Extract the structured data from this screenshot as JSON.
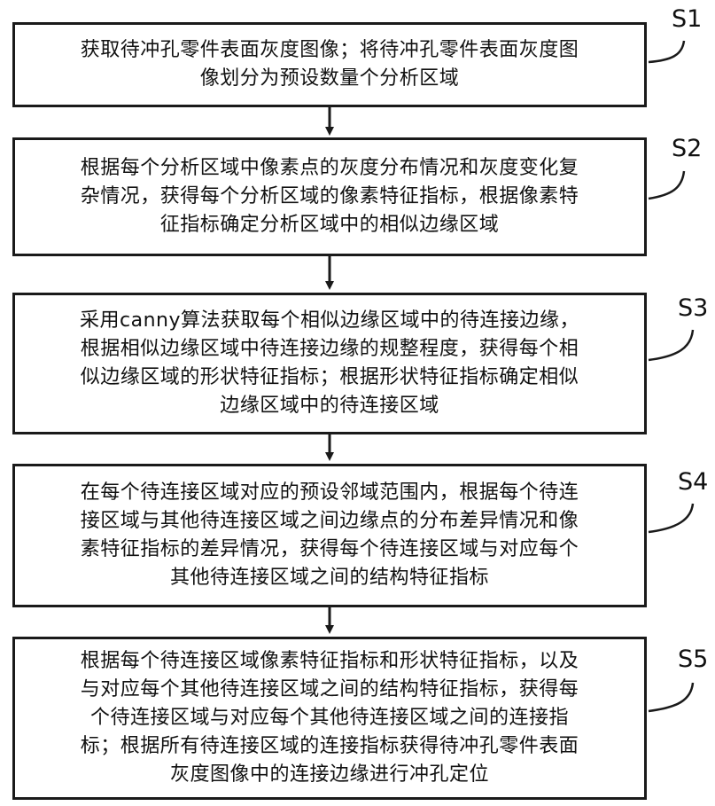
{
  "steps": [
    {
      "label": "S1",
      "text": "获取待冲孔零件表面灰度图像；将待冲孔零件表面灰度图\n像划分为预设数量个分析区域"
    },
    {
      "label": "S2",
      "text": "根据每个分析区域中像素点的灰度分布情况和灰度变化复\n杂情况，获得每个分析区域的像素特征指标，根据像素特\n征指标确定分析区域中的相似边缘区域"
    },
    {
      "label": "S3",
      "text": "采用canny算法获取每个相似边缘区域中的待连接边缘，\n根据相似边缘区域中待连接边缘的规整程度，获得每个相\n似边缘区域的形状特征指标；根据形状特征指标确定相似\n边缘区域中的待连接区域"
    },
    {
      "label": "S4",
      "text": "在每个待连接区域对应的预设邻域范围内，根据每个待连\n接区域与其他待连接区域之间边缘点的分布差异情况和像\n素特征指标的差异情况，获得每个待连接区域与对应每个\n其他待连接区域之间的结构特征指标"
    },
    {
      "label": "S5",
      "text": "根据每个待连接区域像素特征指标和形状特征指标，以及\n与对应每个其他待连接区域之间的结构特征指标，获得每\n个待连接区域与对应每个其他待连接区域之间的连接指\n标；根据所有待连接区域的连接指标获得待冲孔零件表面\n灰度图像中的连接边缘进行冲孔定位"
    }
  ]
}
